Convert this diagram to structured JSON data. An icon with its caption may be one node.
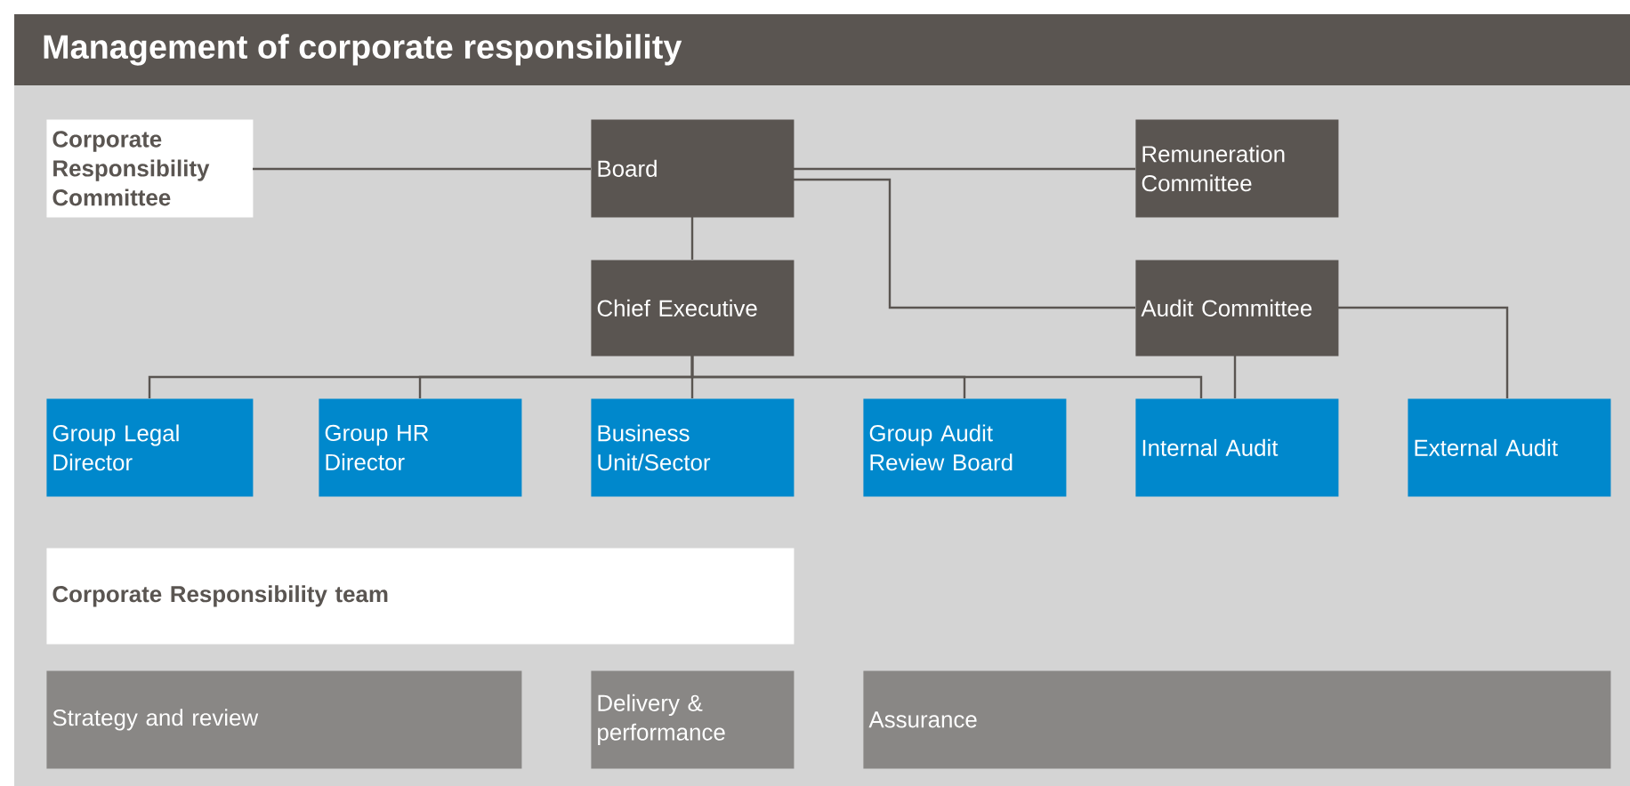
{
  "diagram": {
    "title": "Management of corporate responsibility",
    "nodes": [
      {
        "text": [
          "Corporate Responsibility Committee"
        ]
      },
      {
        "text": [
          "Board"
        ]
      },
      {
        "text": [
          "Remuneration Committee"
        ]
      },
      {
        "text": [
          "Chief Executive"
        ]
      },
      {
        "text": [
          "Audit Committee"
        ]
      },
      {
        "text": [
          "Group Legal Director"
        ]
      },
      {
        "text": [
          "Group HR Director"
        ]
      },
      {
        "text": [
          "Business Unit/Sector"
        ]
      },
      {
        "text": [
          "Group Audit Review Board"
        ]
      },
      {
        "text": [
          "Internal Audit"
        ]
      },
      {
        "text": [
          "External Audit"
        ]
      },
      {
        "text": [
          "Corporate Responsibility team"
        ]
      },
      {
        "text": [
          "Strategy and review"
        ]
      },
      {
        "text": [
          "Delivery & performance"
        ]
      },
      {
        "text": [
          "Assurance"
        ]
      }
    ],
    "edges": [
      {
        "from": 0,
        "to": 1,
        "arrow": "none"
      },
      {
        "from": 1,
        "to": 2,
        "arrow": "none"
      },
      {
        "from": 1,
        "to": 3,
        "arrow": "none"
      },
      {
        "from": 1,
        "to": 4,
        "arrow": "none"
      },
      {
        "from": 3,
        "to": 5,
        "arrow": "none"
      },
      {
        "from": 3,
        "to": 6,
        "arrow": "none"
      },
      {
        "from": 3,
        "to": 7,
        "arrow": "none"
      },
      {
        "from": 3,
        "to": 8,
        "arrow": "none"
      },
      {
        "from": 3,
        "to": 9,
        "arrow": "none"
      },
      {
        "from": 4,
        "to": 9,
        "arrow": "none"
      },
      {
        "from": 4,
        "to": 10,
        "arrow": "none"
      }
    ]
  }
}
